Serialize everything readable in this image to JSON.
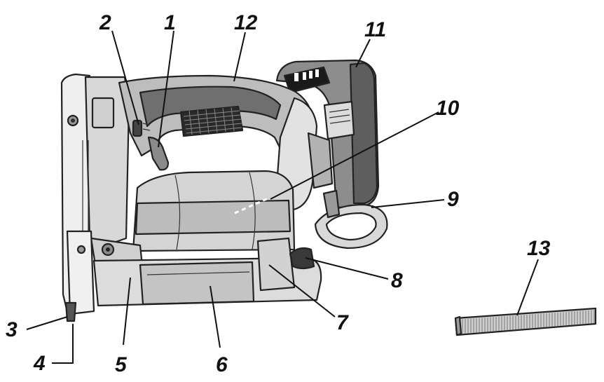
{
  "callouts": [
    {
      "id": "1",
      "label": "1"
    },
    {
      "id": "2",
      "label": "2"
    },
    {
      "id": "3",
      "label": "3"
    },
    {
      "id": "4",
      "label": "4"
    },
    {
      "id": "5",
      "label": "5"
    },
    {
      "id": "6",
      "label": "6"
    },
    {
      "id": "7",
      "label": "7"
    },
    {
      "id": "8",
      "label": "8"
    },
    {
      "id": "9",
      "label": "9"
    },
    {
      "id": "10",
      "label": "10"
    },
    {
      "id": "11",
      "label": "11"
    },
    {
      "id": "12",
      "label": "12"
    },
    {
      "id": "13",
      "label": "13"
    }
  ],
  "colors": {
    "light": "#e6e6e6",
    "mid": "#b9b9b9",
    "dark": "#7a7a7a",
    "black": "#1a1a1a"
  }
}
